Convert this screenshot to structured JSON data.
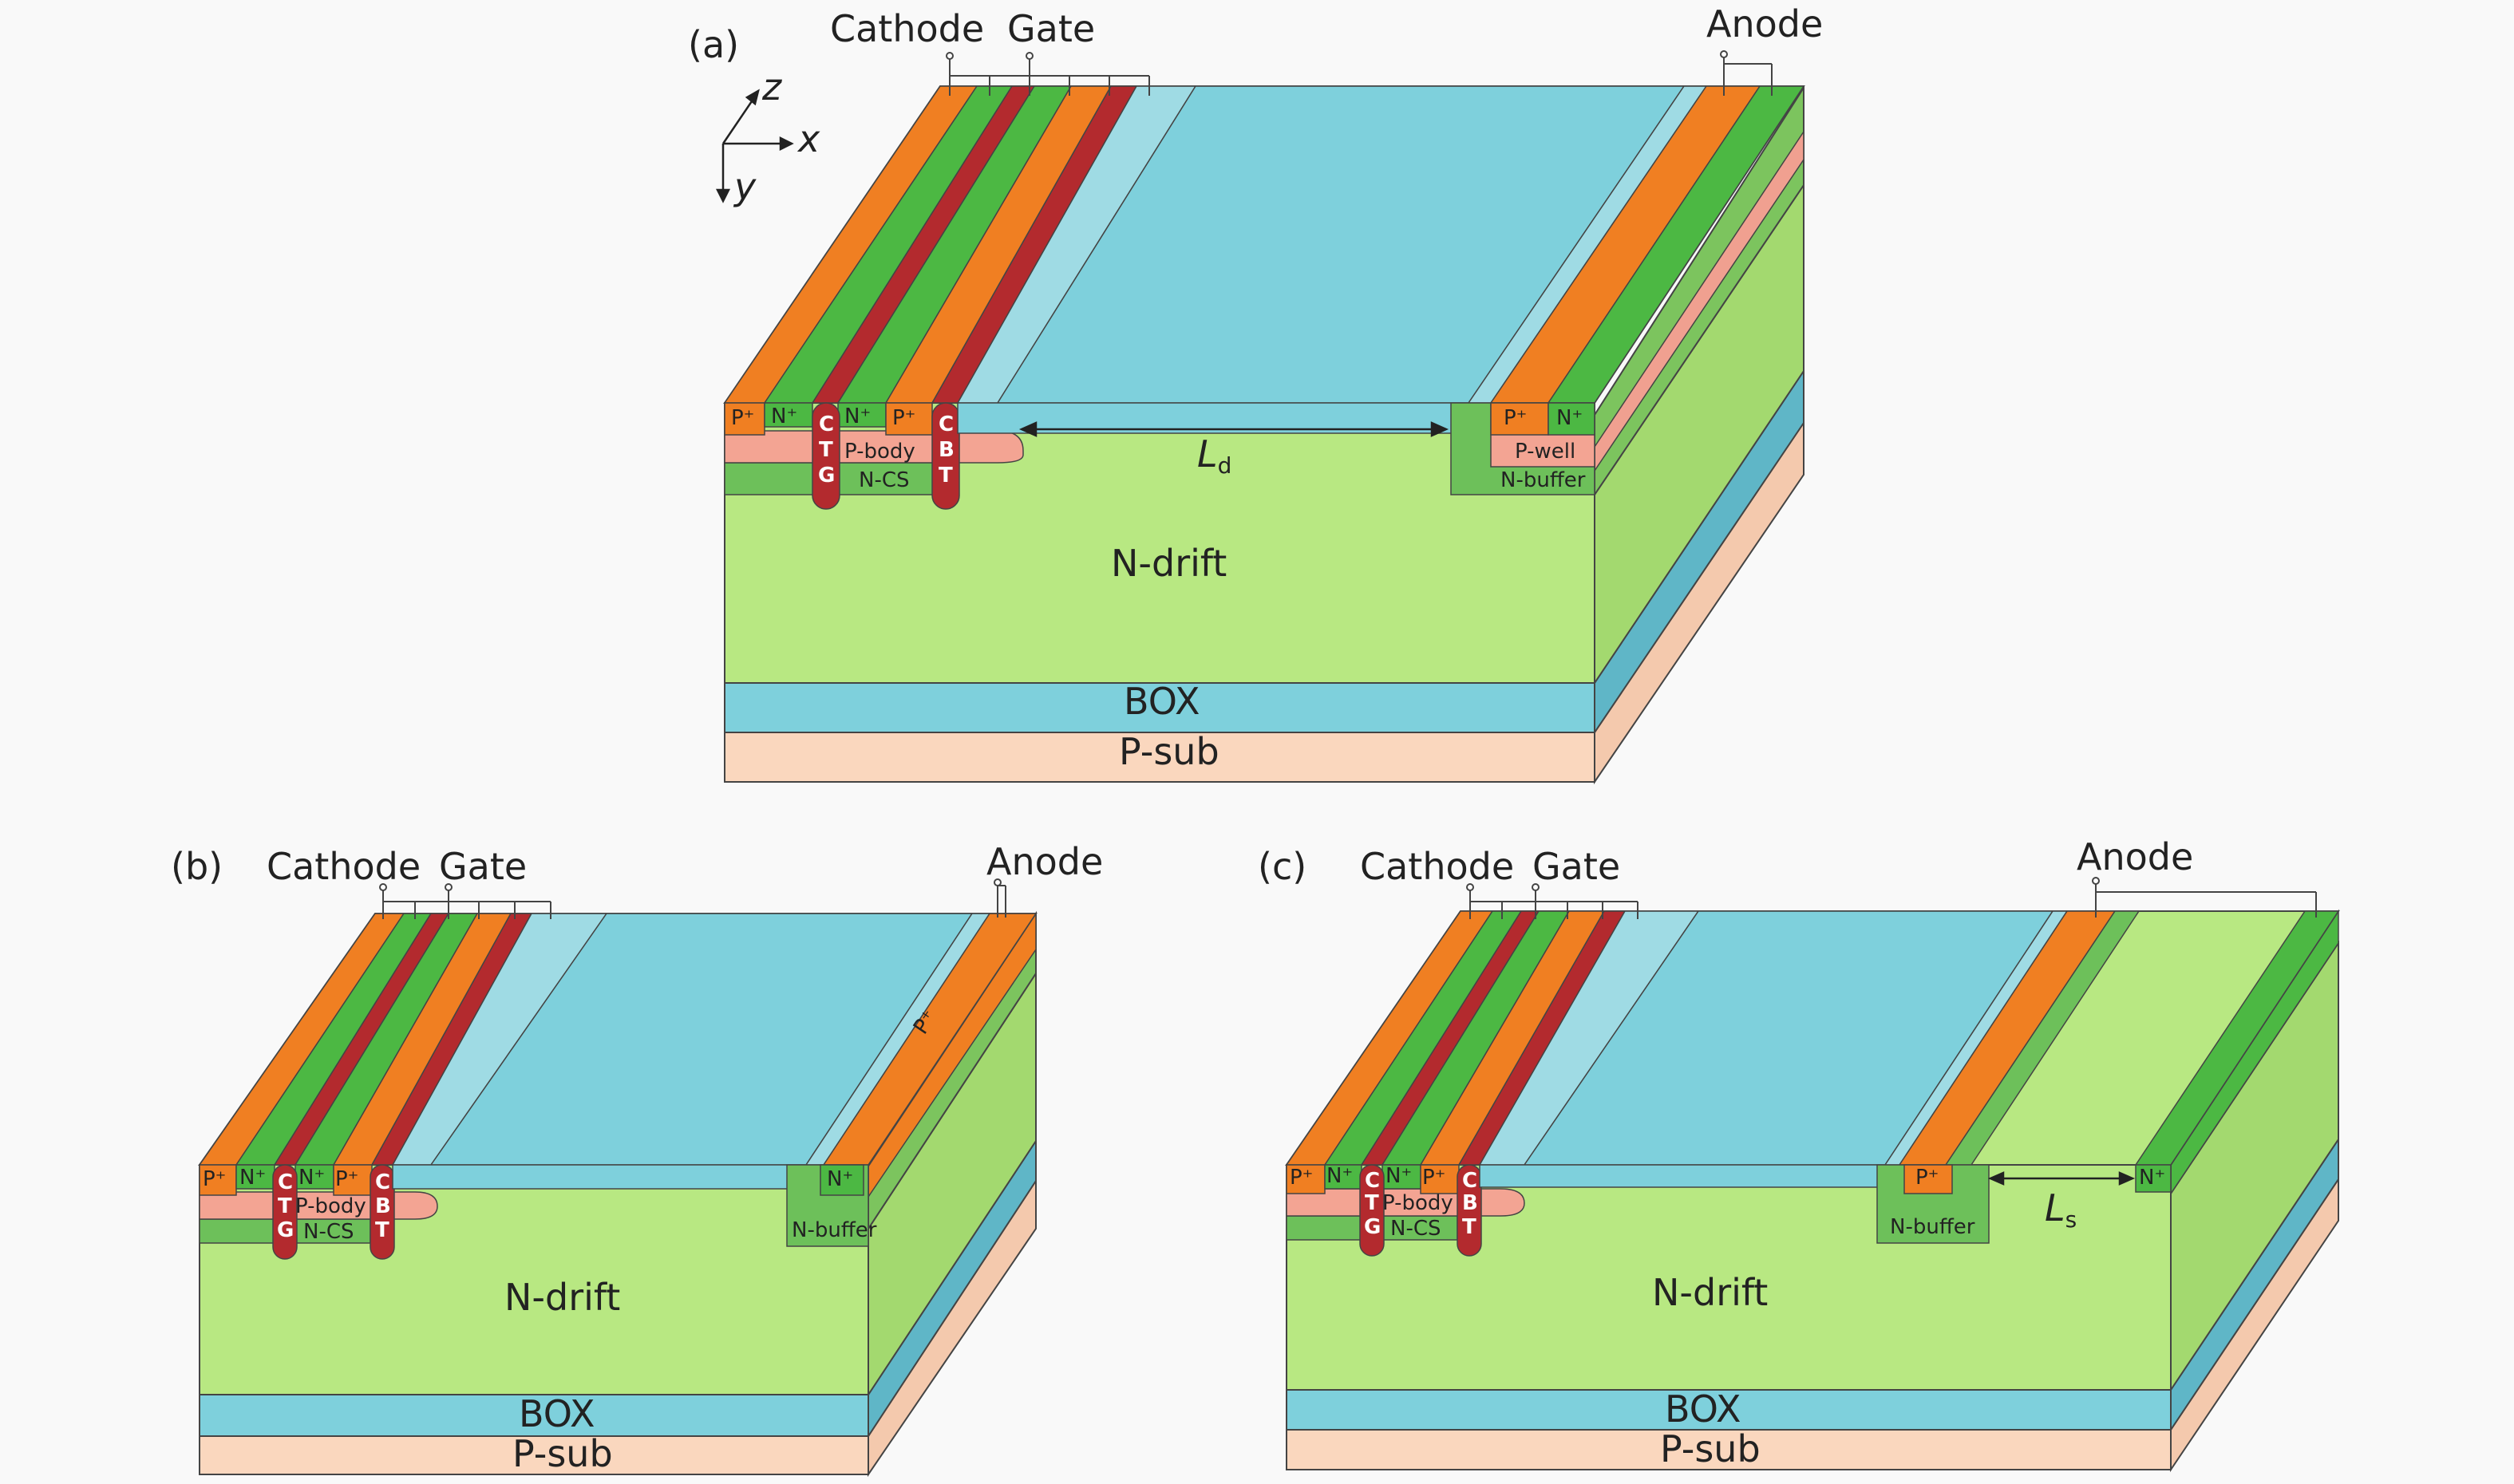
{
  "panels": [
    {
      "id": "a",
      "panel_label": "(a)",
      "terminals": {
        "cathode": "Cathode",
        "gate": "Gate",
        "anode": "Anode"
      },
      "axes": {
        "x": "x",
        "y": "y",
        "z": "z"
      },
      "regions": {
        "p_plus": "P⁺",
        "n_plus": "N⁺",
        "p_body": "P-body",
        "n_cs": "N-CS",
        "ctg": [
          "C",
          "T",
          "G"
        ],
        "cbt": [
          "C",
          "B",
          "T"
        ],
        "anode_p_plus": "P⁺",
        "anode_n_plus": "N⁺",
        "p_well": "P-well",
        "n_buffer": "N-buffer",
        "n_drift": "N-drift",
        "box": "BOX",
        "p_sub": "P-sub"
      },
      "dimension": {
        "symbol": "L",
        "subscript": "d"
      }
    },
    {
      "id": "b",
      "panel_label": "(b)",
      "terminals": {
        "cathode": "Cathode",
        "gate": "Gate",
        "anode": "Anode"
      },
      "regions": {
        "p_plus": "P⁺",
        "n_plus": "N⁺",
        "p_body": "P-body",
        "n_cs": "N-CS",
        "ctg": [
          "C",
          "T",
          "G"
        ],
        "cbt": [
          "C",
          "B",
          "T"
        ],
        "anode_p_plus_top": "P⁺",
        "anode_n_plus": "N⁺",
        "n_buffer": "N-buffer",
        "n_drift": "N-drift",
        "box": "BOX",
        "p_sub": "P-sub"
      }
    },
    {
      "id": "c",
      "panel_label": "(c)",
      "terminals": {
        "cathode": "Cathode",
        "gate": "Gate",
        "anode": "Anode"
      },
      "regions": {
        "p_plus": "P⁺",
        "n_plus": "N⁺",
        "p_body": "P-body",
        "n_cs": "N-CS",
        "ctg": [
          "C",
          "T",
          "G"
        ],
        "cbt": [
          "C",
          "B",
          "T"
        ],
        "anode_p_plus": "P⁺",
        "anode_n_plus": "N⁺",
        "n_buffer": "N-buffer",
        "n_drift": "N-drift",
        "box": "BOX",
        "p_sub": "P-sub"
      },
      "dimension": {
        "symbol": "L",
        "subscript": "s"
      }
    }
  ],
  "colors": {
    "orange": "#f07f22",
    "green": "#4cb843",
    "red": "#b32a2e",
    "cyan": "#7ed0dc",
    "lightgreen": "#b8e882",
    "pink": "#f3a493",
    "peach": "#fad7be",
    "midgreen": "#6dc05a"
  }
}
